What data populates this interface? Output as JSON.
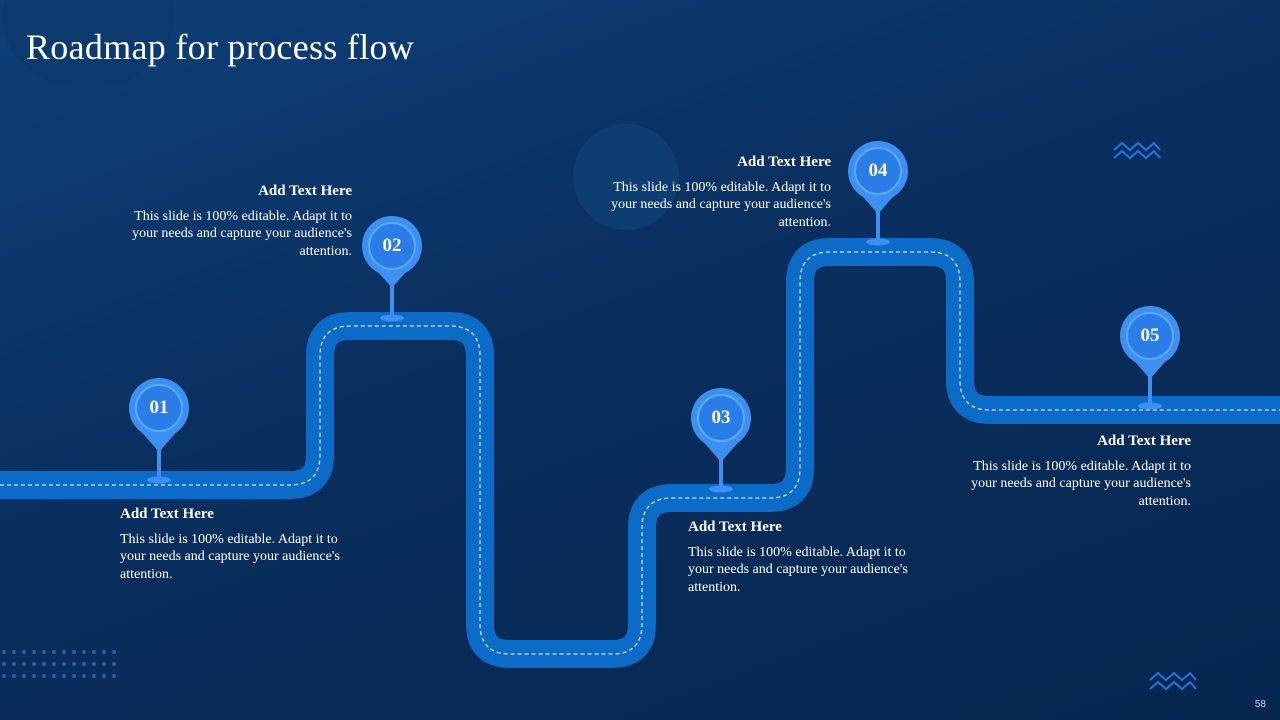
{
  "title": "Roadmap for process flow",
  "page_number": "58",
  "colors": {
    "background": "#0a2f5e",
    "road": "#0b6bc7",
    "marker": "#3d8ff2",
    "text": "#ffffff"
  },
  "steps": [
    {
      "number": "01",
      "heading": "Add Text Here",
      "body": "This slide is 100% editable. Adapt it to your needs and capture your audience's attention."
    },
    {
      "number": "02",
      "heading": "Add Text Here",
      "body": "This slide is 100% editable. Adapt it to your needs and capture your audience's attention."
    },
    {
      "number": "03",
      "heading": "Add Text Here",
      "body": "This slide is 100% editable. Adapt it to your needs and capture your audience's attention."
    },
    {
      "number": "04",
      "heading": "Add Text Here",
      "body": "This slide is 100% editable. Adapt it to your needs and capture your audience's attention."
    },
    {
      "number": "05",
      "heading": "Add Text Here",
      "body": "This slide is 100% editable. Adapt it to your needs and capture your audience's attention."
    }
  ]
}
